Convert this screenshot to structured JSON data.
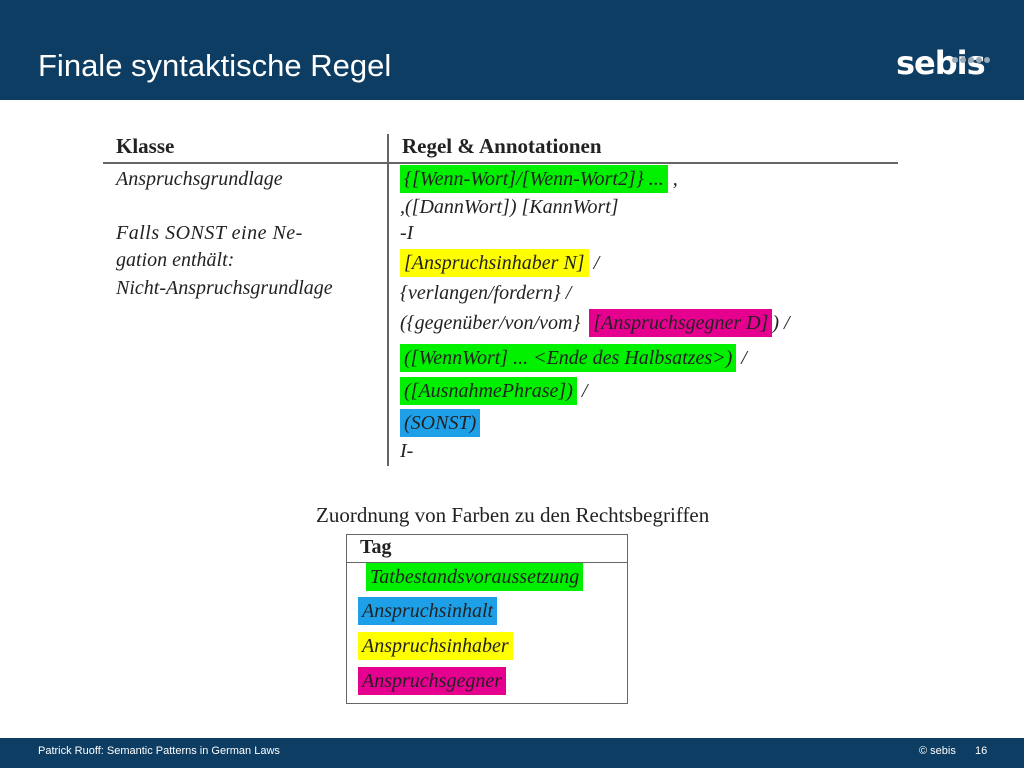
{
  "header": {
    "title": "Finale syntaktische Regel",
    "logo": "sebis"
  },
  "table": {
    "col1_header": "Klasse",
    "col2_header": "Regel & Annotationen",
    "klasse_lines": [
      "Anspruchsgrundlage",
      "Falls   SONST   eine   Ne-",
      "gation enthält:",
      "Nicht-Anspruchsgrundlage"
    ],
    "rule": {
      "r1_hl": "{[Wenn-Wort]/[Wenn-Wort2]} ...",
      "r1_tail": " ,",
      "r2": ",([DannWort]) [KannWort]",
      "r3": "-I",
      "r4_hl": "[Anspruchsinhaber N]",
      "r4_tail": " /",
      "r5": "{verlangen/fordern} /",
      "r6_pre": "({gegenüber/von/vom}",
      "r6_hl": "[Anspruchsgegner D]",
      "r6_tail": ") /",
      "r7_hl": "([WennWort] ... <Ende des Halbsatzes>)",
      "r7_tail": " /",
      "r8_hl": "([AusnahmePhrase])",
      "r8_tail": " /",
      "r9_hl": "(SONST)",
      "r10": "I-"
    }
  },
  "legend": {
    "caption": "Zuordnung von Farben zu den Rechtsbegriffen",
    "header": "Tag",
    "tags": [
      "Tatbestandsvoraussetzung",
      "Anspruchsinhalt",
      "Anspruchsinhaber",
      "Anspruchsgegner"
    ]
  },
  "colors": {
    "green": "#00f000",
    "yellow": "#ffff00",
    "magenta": "#e6008f",
    "blue": "#1ea0e8",
    "header_bg": "#0d3d62"
  },
  "footer": {
    "left": "Patrick Ruoff: Semantic Patterns in German Laws",
    "copyright": "© sebis",
    "page": "16"
  }
}
